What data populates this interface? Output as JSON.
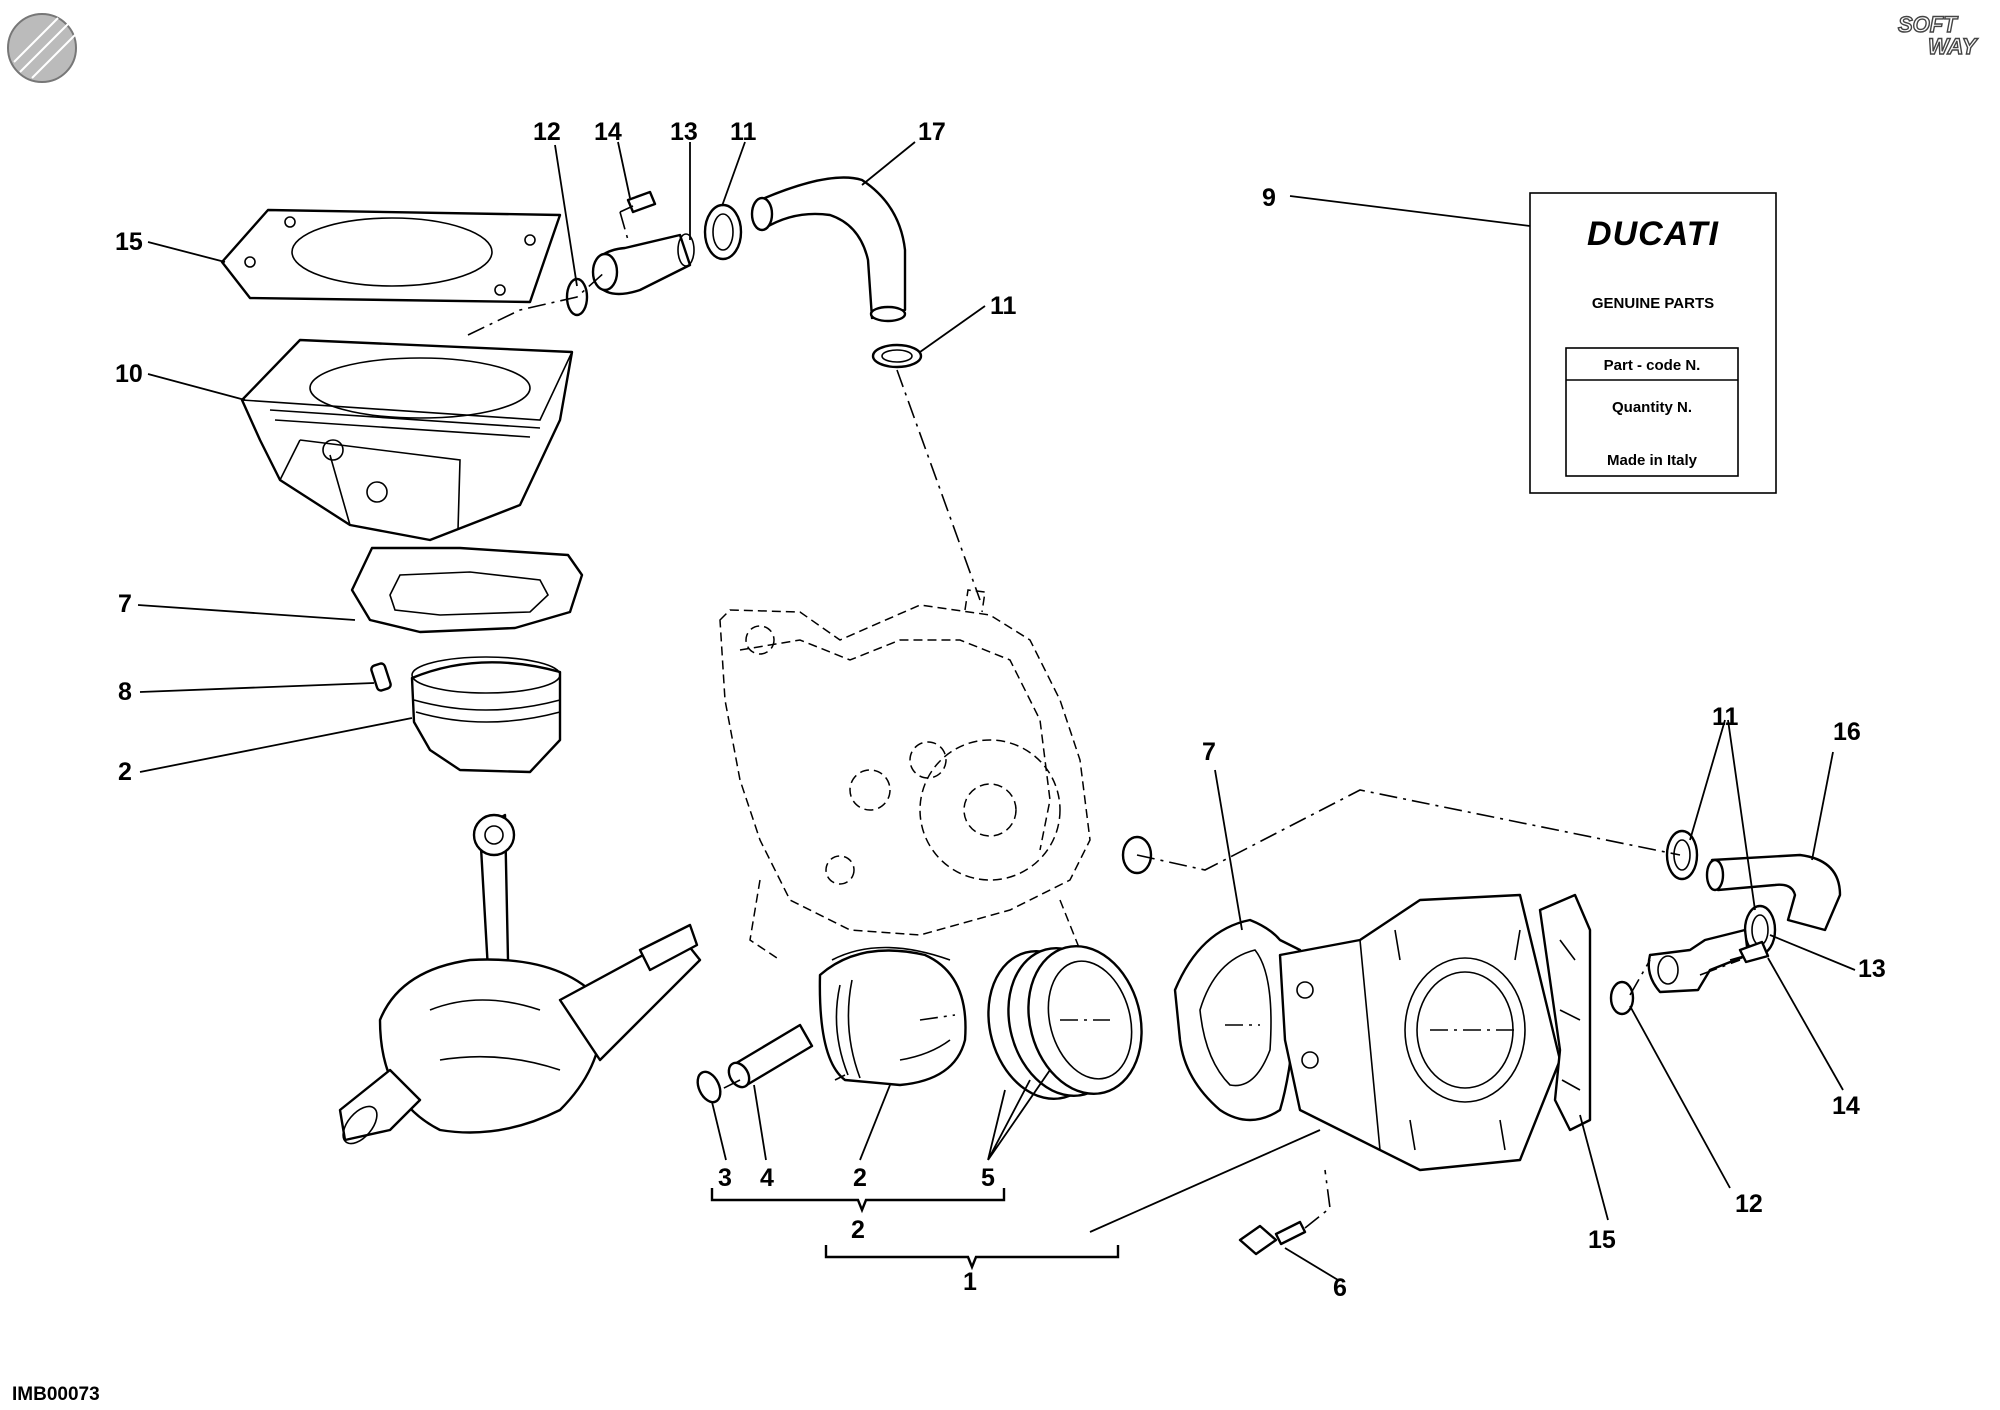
{
  "reference_code": "IMB00073",
  "watermark_logo": [
    "SOFT",
    "WAY"
  ],
  "label_card": {
    "brand": "DUCATI",
    "line1": "GENUINE PARTS",
    "part_code": "Part - code N.",
    "quantity": "Quantity N.",
    "made_in": "Made in Italy"
  },
  "callouts": {
    "c1": "1",
    "c2_group": "2",
    "c2_piston": "2",
    "c2_left": "2",
    "c3": "3",
    "c4": "4",
    "c5": "5",
    "c6": "6",
    "c7_left": "7",
    "c7_right": "7",
    "c8": "8",
    "c9": "9",
    "c10": "10",
    "c11_top": "11",
    "c11_mid": "11",
    "c11_right": "11",
    "c12_top": "12",
    "c12_right": "12",
    "c13_top": "13",
    "c13_right": "13",
    "c14_top": "14",
    "c14_right": "14",
    "c15_left": "15",
    "c15_right": "15",
    "c16": "16",
    "c17": "17"
  }
}
